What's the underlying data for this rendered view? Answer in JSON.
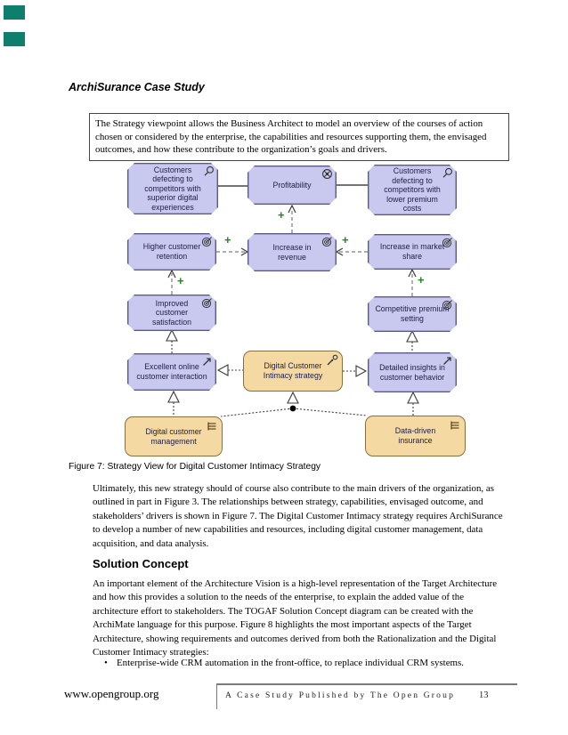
{
  "page": {
    "title": "ArchiSurance Case Study",
    "note_box": "The Strategy viewpoint allows the Business Architect to model an overview of the courses of action chosen or considered by the enterprise, the capabilities and resources supporting them, the envisaged outcomes, and how these contribute to the organization’s goals and drivers.",
    "figure_caption": "Figure 7: Strategy View for Digital Customer Intimacy Strategy",
    "paragraph_1": "Ultimately, this new strategy should of course also contribute to the main drivers of the organization, as outlined in part in Figure 3. The relationships between strategy, capabilities, envisaged outcome, and stakeholders’ drivers is shown in Figure 7. The Digital Customer Intimacy strategy requires ArchiSurance to develop a number of new capabilities and resources, including digital customer management, data acquisition, and data analysis.",
    "section_heading": "Solution Concept",
    "paragraph_2": "An important element of the Architecture Vision is a high-level representation of the Target Architecture and how this provides a solution to the needs of the enterprise, to explain the added value of the architecture effort to stakeholders. The TOGAF Solution Concept diagram can be created with the ArchiMate language for this purpose. Figure 8 highlights the most important aspects of the Target Architecture, showing requirements and outcomes derived from both the Rationalization and the Digital Customer Intimacy strategies:",
    "bullet_marker": "•",
    "bullet": "Enterprise-wide CRM automation in the front-office, to replace individual CRM systems.",
    "footer": {
      "website": "www.opengroup.org",
      "publication": "A Case Study Published by The Open Group",
      "page_number": "13"
    }
  },
  "diagram": {
    "plus_label": "+",
    "colors": {
      "motivation_fill": "#c9c9f0",
      "motivation_border": "#5a5a8c",
      "strategy_fill": "#f5d9a2",
      "strategy_border": "#8a6f3c",
      "influence_plus_green": "#1e8a1e",
      "marker_teal": "#0e7f6c"
    },
    "nodes": [
      {
        "label": "Customers defecting to competitors with superior digital experiences",
        "type": "assessment"
      },
      {
        "label": "Profitability",
        "type": "goal"
      },
      {
        "label": "Customers defecting to competitors with lower premium costs",
        "type": "assessment"
      },
      {
        "label": "Higher customer retention",
        "type": "outcome"
      },
      {
        "label": "Increase in revenue",
        "type": "outcome"
      },
      {
        "label": "Increase in market share",
        "type": "outcome"
      },
      {
        "label": "Improved customer satisfaction",
        "type": "outcome"
      },
      {
        "label": "Competitive premium setting",
        "type": "outcome"
      },
      {
        "label": "Excellent online customer interaction",
        "type": "capability"
      },
      {
        "label": "Detailed insights in customer behavior",
        "type": "capability"
      },
      {
        "label": "Digital Customer Intimacy strategy",
        "type": "course-of-action"
      },
      {
        "label": "Digital customer management",
        "type": "resource"
      },
      {
        "label": "Data-driven insurance",
        "type": "resource"
      }
    ]
  }
}
